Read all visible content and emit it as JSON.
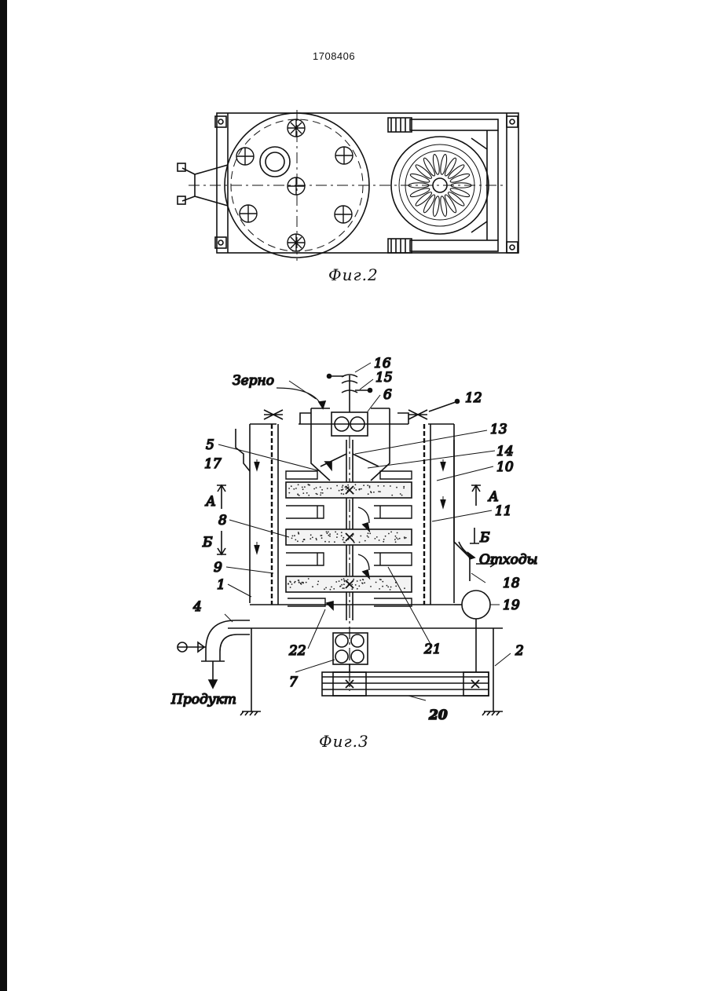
{
  "document": {
    "patent_number": "1708406",
    "figure2_caption": "Фиг.2",
    "figure3_caption": "Фиг.3"
  },
  "figure3_labels": {
    "grain": "Зерно",
    "product": "Продукт",
    "waste": "Отходы",
    "section_a_left": "А",
    "section_a_right": "А",
    "section_b_left": "Б",
    "section_b_right": "Б",
    "n1": "1",
    "n2": "2",
    "n4": "4",
    "n5": "5",
    "n6": "6",
    "n7": "7",
    "n8": "8",
    "n9": "9",
    "n10": "10",
    "n11": "11",
    "n12": "12",
    "n13": "13",
    "n14": "14",
    "n15": "15",
    "n16": "16",
    "n17": "17",
    "n18": "18",
    "n19": "19",
    "n20": "20",
    "n21": "21",
    "n22": "22"
  }
}
